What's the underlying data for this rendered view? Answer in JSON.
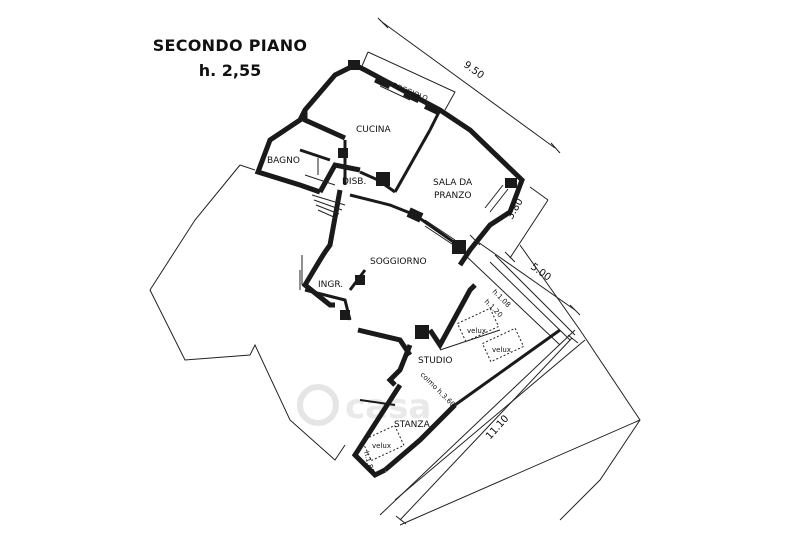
{
  "title": {
    "floor": "SECONDO PIANO",
    "height": "h. 2,55"
  },
  "rooms": {
    "poggiolo": "POGGIOLO",
    "cucina": "CUCINA",
    "bagno": "BAGNO",
    "disb": "DISB.",
    "sala_line1": "SALA DA",
    "sala_line2": "PRANZO",
    "soggiorno": "SOGGIORNO",
    "ingr": "INGR.",
    "studio": "STUDIO",
    "stanza": "STANZA"
  },
  "notes": {
    "velux1": "velux",
    "velux2": "velux",
    "velux3": "velux",
    "h108": "h.1.08",
    "h120": "h.1.20",
    "colmo": "colmo h.3.60",
    "h180": "h.1.80"
  },
  "dimensions": {
    "d950": "9.50",
    "d380": "3.80",
    "d500": "5.00",
    "d1110": "11.10"
  },
  "colors": {
    "wall": "#1a1a1a",
    "line": "#222222",
    "watermark": "#d8d8d8"
  }
}
